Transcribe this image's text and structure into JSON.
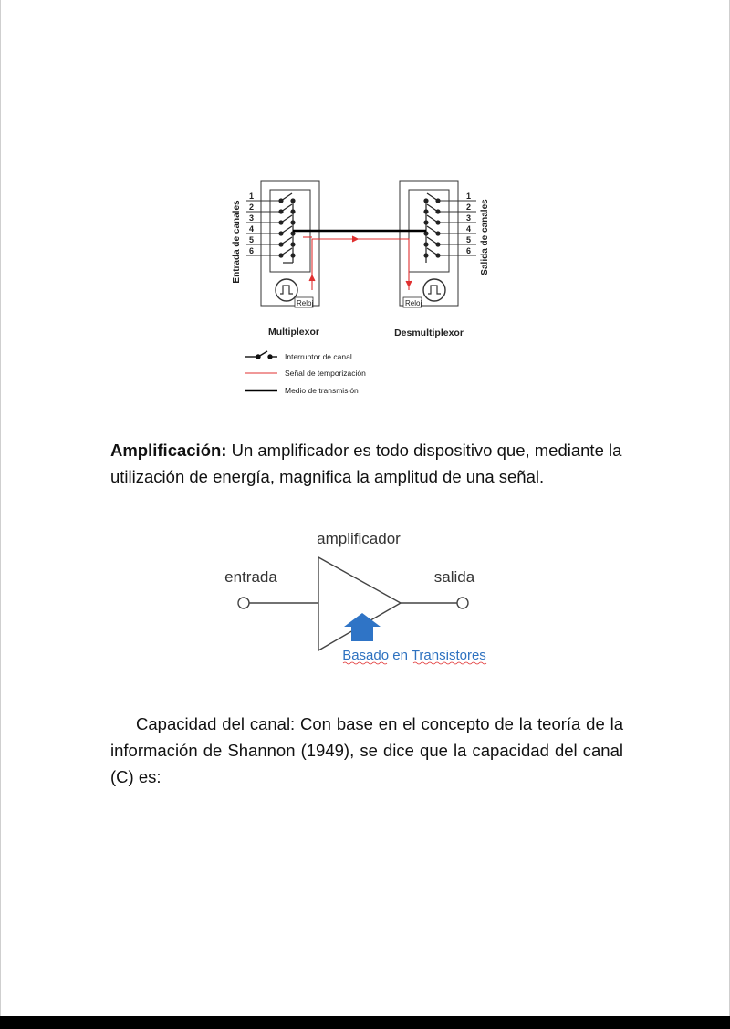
{
  "mux_figure": {
    "input_label": "Entrada de canales",
    "output_label": "Salida de canales",
    "channel_numbers": [
      "1",
      "2",
      "3",
      "4",
      "5",
      "6"
    ],
    "clock_label": "Reloj",
    "mux_label": "Multiplexor",
    "demux_label": "Desmultiplexor",
    "legend": [
      {
        "label": "Interruptor de canal"
      },
      {
        "label": "Señal de temporización",
        "color": "#e03030"
      },
      {
        "label": "Medio de transmisión",
        "color": "#000000"
      }
    ]
  },
  "amplification": {
    "term": "Amplificación:",
    "text": " Un amplificador es todo dispositivo que, mediante la utilización de energía, magnifica la amplitud de una señal."
  },
  "amp_figure": {
    "title": "amplificador",
    "input": "entrada",
    "output": "salida",
    "note": "Basado en Transistores",
    "note_color": "#2e72c0",
    "arrow_color": "#2f74c6"
  },
  "capacity": {
    "text": "Capacidad del canal: Con base en el concepto de la teoría de la información de Shannon (1949), se dice que la capacidad del canal (C) es:"
  }
}
